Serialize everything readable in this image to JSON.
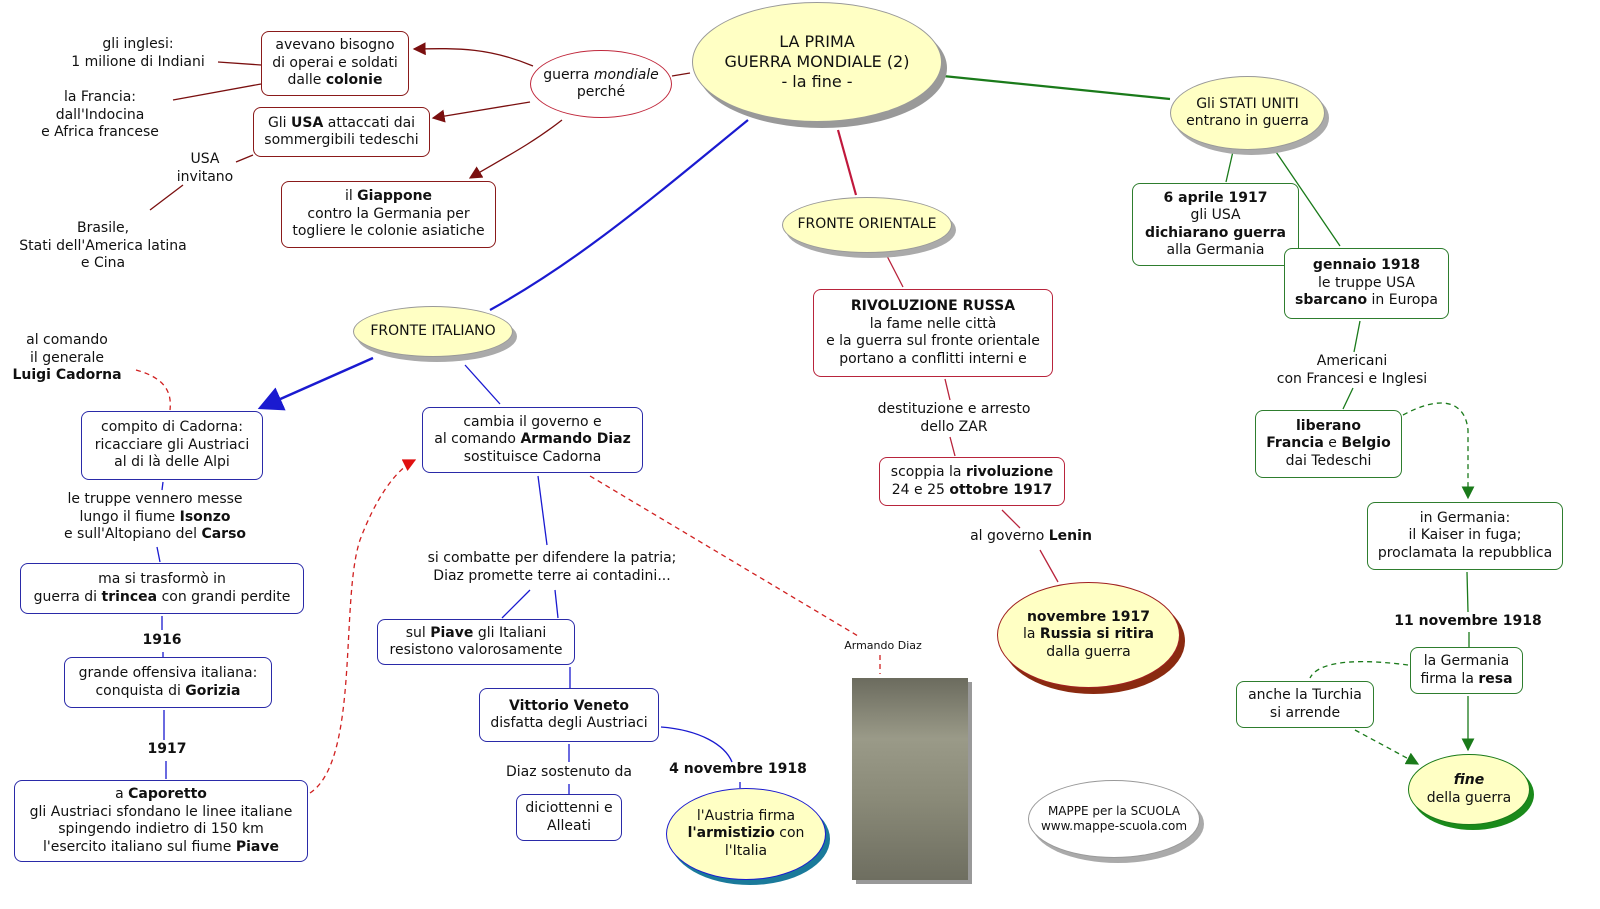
{
  "title": "LA PRIMA GUERRA MONDIALE (2) - la fine -",
  "colors": {
    "italy": "#1a1ad0",
    "east": "#c0183c",
    "usa": "#1a7a1a",
    "cause": "#7a0f0f",
    "node_fill": "#ffffc4"
  },
  "nodes": {
    "main": [
      [
        [
          "LA PRIMA",
          ""
        ]
      ],
      [
        [
          "GUERRA MONDIALE (2)",
          ""
        ]
      ],
      [
        [
          "- la fine -",
          ""
        ]
      ]
    ],
    "perche": [
      [
        [
          "guerra ",
          ""
        ],
        [
          "mondiale",
          "i"
        ]
      ],
      [
        [
          "perché",
          ""
        ]
      ]
    ],
    "colonie": [
      [
        [
          "avevano bisogno",
          ""
        ]
      ],
      [
        [
          "di operai e soldati",
          ""
        ]
      ],
      [
        [
          "dalle ",
          ""
        ],
        [
          "colonie",
          "b"
        ]
      ]
    ],
    "usa_attaccati": [
      [
        [
          "Gli ",
          ""
        ],
        [
          "USA",
          "b"
        ],
        [
          " attaccati dai",
          ""
        ]
      ],
      [
        [
          "sommergibili tedeschi",
          ""
        ]
      ]
    ],
    "giappone": [
      [
        [
          "il ",
          ""
        ],
        [
          "Giappone",
          "b"
        ]
      ],
      [
        [
          "contro la Germania per",
          ""
        ]
      ],
      [
        [
          "togliere le colonie asiatiche",
          ""
        ]
      ]
    ],
    "inglesi": [
      [
        [
          "gli inglesi:",
          ""
        ]
      ],
      [
        [
          "1 milione di Indiani",
          ""
        ]
      ]
    ],
    "francia": [
      [
        [
          "la Francia:",
          ""
        ]
      ],
      [
        [
          "dall'Indocina",
          ""
        ]
      ],
      [
        [
          "e Africa francese",
          ""
        ]
      ]
    ],
    "usa_invitano": [
      [
        [
          "USA",
          ""
        ]
      ],
      [
        [
          "invitano",
          ""
        ]
      ]
    ],
    "brasile": [
      [
        [
          "Brasile,",
          ""
        ]
      ],
      [
        [
          "Stati dell'America latina",
          ""
        ]
      ],
      [
        [
          "e Cina",
          ""
        ]
      ]
    ],
    "stati_uniti": [
      [
        [
          "Gli STATI UNITI",
          ""
        ]
      ],
      [
        [
          "entrano in guerra",
          ""
        ]
      ]
    ],
    "aprile": [
      [
        [
          "6 aprile 1917",
          "b"
        ]
      ],
      [
        [
          "gli USA",
          ""
        ]
      ],
      [
        [
          "dichiarano guerra",
          "b"
        ]
      ],
      [
        [
          "alla Germania",
          ""
        ]
      ]
    ],
    "gennaio": [
      [
        [
          "gennaio 1918",
          "b"
        ]
      ],
      [
        [
          "le truppe USA",
          ""
        ]
      ],
      [
        [
          "sbarcano",
          "b"
        ],
        [
          " in Europa",
          ""
        ]
      ]
    ],
    "americani": [
      [
        [
          "Americani",
          ""
        ]
      ],
      [
        [
          "con Francesi e Inglesi",
          ""
        ]
      ]
    ],
    "liberano": [
      [
        [
          "liberano",
          "b"
        ]
      ],
      [
        [
          "Francia",
          "b"
        ],
        [
          " e ",
          ""
        ],
        [
          "Belgio",
          "b"
        ]
      ],
      [
        [
          "dai Tedeschi",
          ""
        ]
      ]
    ],
    "kaiser": [
      [
        [
          "in Germania:",
          ""
        ]
      ],
      [
        [
          "il Kaiser in fuga;",
          ""
        ]
      ],
      [
        [
          "proclamata la repubblica",
          ""
        ]
      ]
    ],
    "nov1918": [
      [
        [
          "11 novembre 1918",
          "b"
        ]
      ]
    ],
    "resa": [
      [
        [
          "la Germania",
          ""
        ]
      ],
      [
        [
          "firma la ",
          ""
        ],
        [
          "resa",
          "b"
        ]
      ]
    ],
    "turchia": [
      [
        [
          "anche la Turchia",
          ""
        ]
      ],
      [
        [
          "si arrende",
          ""
        ]
      ]
    ],
    "fine": [
      [
        [
          "fine",
          "b i"
        ]
      ],
      [
        [
          "della guerra",
          ""
        ]
      ]
    ],
    "fronte_orientale": [
      [
        [
          "FRONTE ORIENTALE",
          ""
        ]
      ]
    ],
    "rivoluzione": [
      [
        [
          "RIVOLUZIONE RUSSA",
          "b"
        ]
      ],
      [
        [
          "la fame nelle città",
          ""
        ]
      ],
      [
        [
          "e la guerra sul fronte orientale",
          ""
        ]
      ],
      [
        [
          "portano a conflitti interni e",
          ""
        ]
      ]
    ],
    "destituzione": [
      [
        [
          "destituzione e arresto",
          ""
        ]
      ],
      [
        [
          "dello ZAR",
          ""
        ]
      ]
    ],
    "scoppia": [
      [
        [
          "scoppia la ",
          ""
        ],
        [
          "rivoluzione",
          "b"
        ]
      ],
      [
        [
          "24 e 25 ",
          ""
        ],
        [
          "ottobre 1917",
          "b"
        ]
      ]
    ],
    "lenin": [
      [
        [
          "al governo ",
          ""
        ],
        [
          "Lenin",
          "b"
        ]
      ]
    ],
    "russia_ritira": [
      [
        [
          "novembre 1917",
          "b"
        ]
      ],
      [
        [
          "la ",
          ""
        ],
        [
          "Russia si ritira",
          "b"
        ]
      ],
      [
        [
          "dalla guerra",
          ""
        ]
      ]
    ],
    "fronte_italiano": [
      [
        [
          "FRONTE ITALIANO",
          ""
        ]
      ]
    ],
    "cadorna_label": [
      [
        [
          "al comando",
          ""
        ]
      ],
      [
        [
          "il generale",
          ""
        ]
      ],
      [
        [
          "Luigi Cadorna",
          "b"
        ]
      ]
    ],
    "compito": [
      [
        [
          "compito di Cadorna:",
          ""
        ]
      ],
      [
        [
          "ricacciare gli Austriaci",
          ""
        ]
      ],
      [
        [
          "al di  là delle Alpi",
          ""
        ]
      ]
    ],
    "truppe": [
      [
        [
          "le truppe vennero messe",
          ""
        ]
      ],
      [
        [
          "lungo il fiume ",
          ""
        ],
        [
          "Isonzo",
          "b"
        ]
      ],
      [
        [
          "e sull'Altopiano del ",
          ""
        ],
        [
          "Carso",
          "b"
        ]
      ]
    ],
    "trincea": [
      [
        [
          "ma si trasformò in",
          ""
        ]
      ],
      [
        [
          "guerra di ",
          ""
        ],
        [
          "trincea",
          "b"
        ],
        [
          " con grandi perdite",
          ""
        ]
      ]
    ],
    "y1916": [
      [
        [
          "1916",
          "b"
        ]
      ]
    ],
    "gorizia": [
      [
        [
          "grande offensiva italiana:",
          ""
        ]
      ],
      [
        [
          "conquista di ",
          ""
        ],
        [
          "Gorizia",
          "b"
        ]
      ]
    ],
    "y1917": [
      [
        [
          "1917",
          "b"
        ]
      ]
    ],
    "caporetto": [
      [
        [
          "a ",
          ""
        ],
        [
          "Caporetto",
          "b"
        ]
      ],
      [
        [
          "gli Austriaci sfondano le linee italiane",
          ""
        ]
      ],
      [
        [
          "spingendo indietro di 150 km",
          ""
        ]
      ],
      [
        [
          "l'esercito italiano sul fiume ",
          ""
        ],
        [
          "Piave",
          "b"
        ]
      ]
    ],
    "cambia": [
      [
        [
          "cambia il governo e",
          ""
        ]
      ],
      [
        [
          "al comando ",
          ""
        ],
        [
          "Armando Diaz",
          "b"
        ]
      ],
      [
        [
          "sostituisce Cadorna",
          ""
        ]
      ]
    ],
    "combatte": [
      [
        [
          "si combatte per difendere la patria;",
          ""
        ]
      ],
      [
        [
          "Diaz promette terre ai contadini...",
          ""
        ]
      ]
    ],
    "piave": [
      [
        [
          "sul ",
          ""
        ],
        [
          "Piave",
          "b"
        ],
        [
          " gli Italiani",
          ""
        ]
      ],
      [
        [
          "resistono valorosamente",
          ""
        ]
      ]
    ],
    "vittorio": [
      [
        [
          "Vittorio Veneto",
          "b"
        ]
      ],
      [
        [
          "disfatta degli Austriaci",
          ""
        ]
      ]
    ],
    "sostenuto": [
      [
        [
          "Diaz sostenuto da",
          ""
        ]
      ]
    ],
    "diciottenni": [
      [
        [
          "diciottenni e",
          ""
        ]
      ],
      [
        [
          "Alleati",
          ""
        ]
      ]
    ],
    "nov4": [
      [
        [
          "4 novembre 1918",
          "b"
        ]
      ]
    ],
    "armistizio": [
      [
        [
          "l'Austria firma",
          ""
        ]
      ],
      [
        [
          "l'armistizio",
          "b"
        ],
        [
          " con",
          ""
        ]
      ],
      [
        [
          "l'Italia",
          ""
        ]
      ]
    ],
    "diaz_photo_label": [
      [
        [
          "Armando Diaz",
          ""
        ]
      ]
    ],
    "credits": [
      [
        [
          "MAPPE per la SCUOLA",
          ""
        ]
      ],
      [
        [
          "www.mappe-scuola.com",
          ""
        ]
      ]
    ]
  }
}
